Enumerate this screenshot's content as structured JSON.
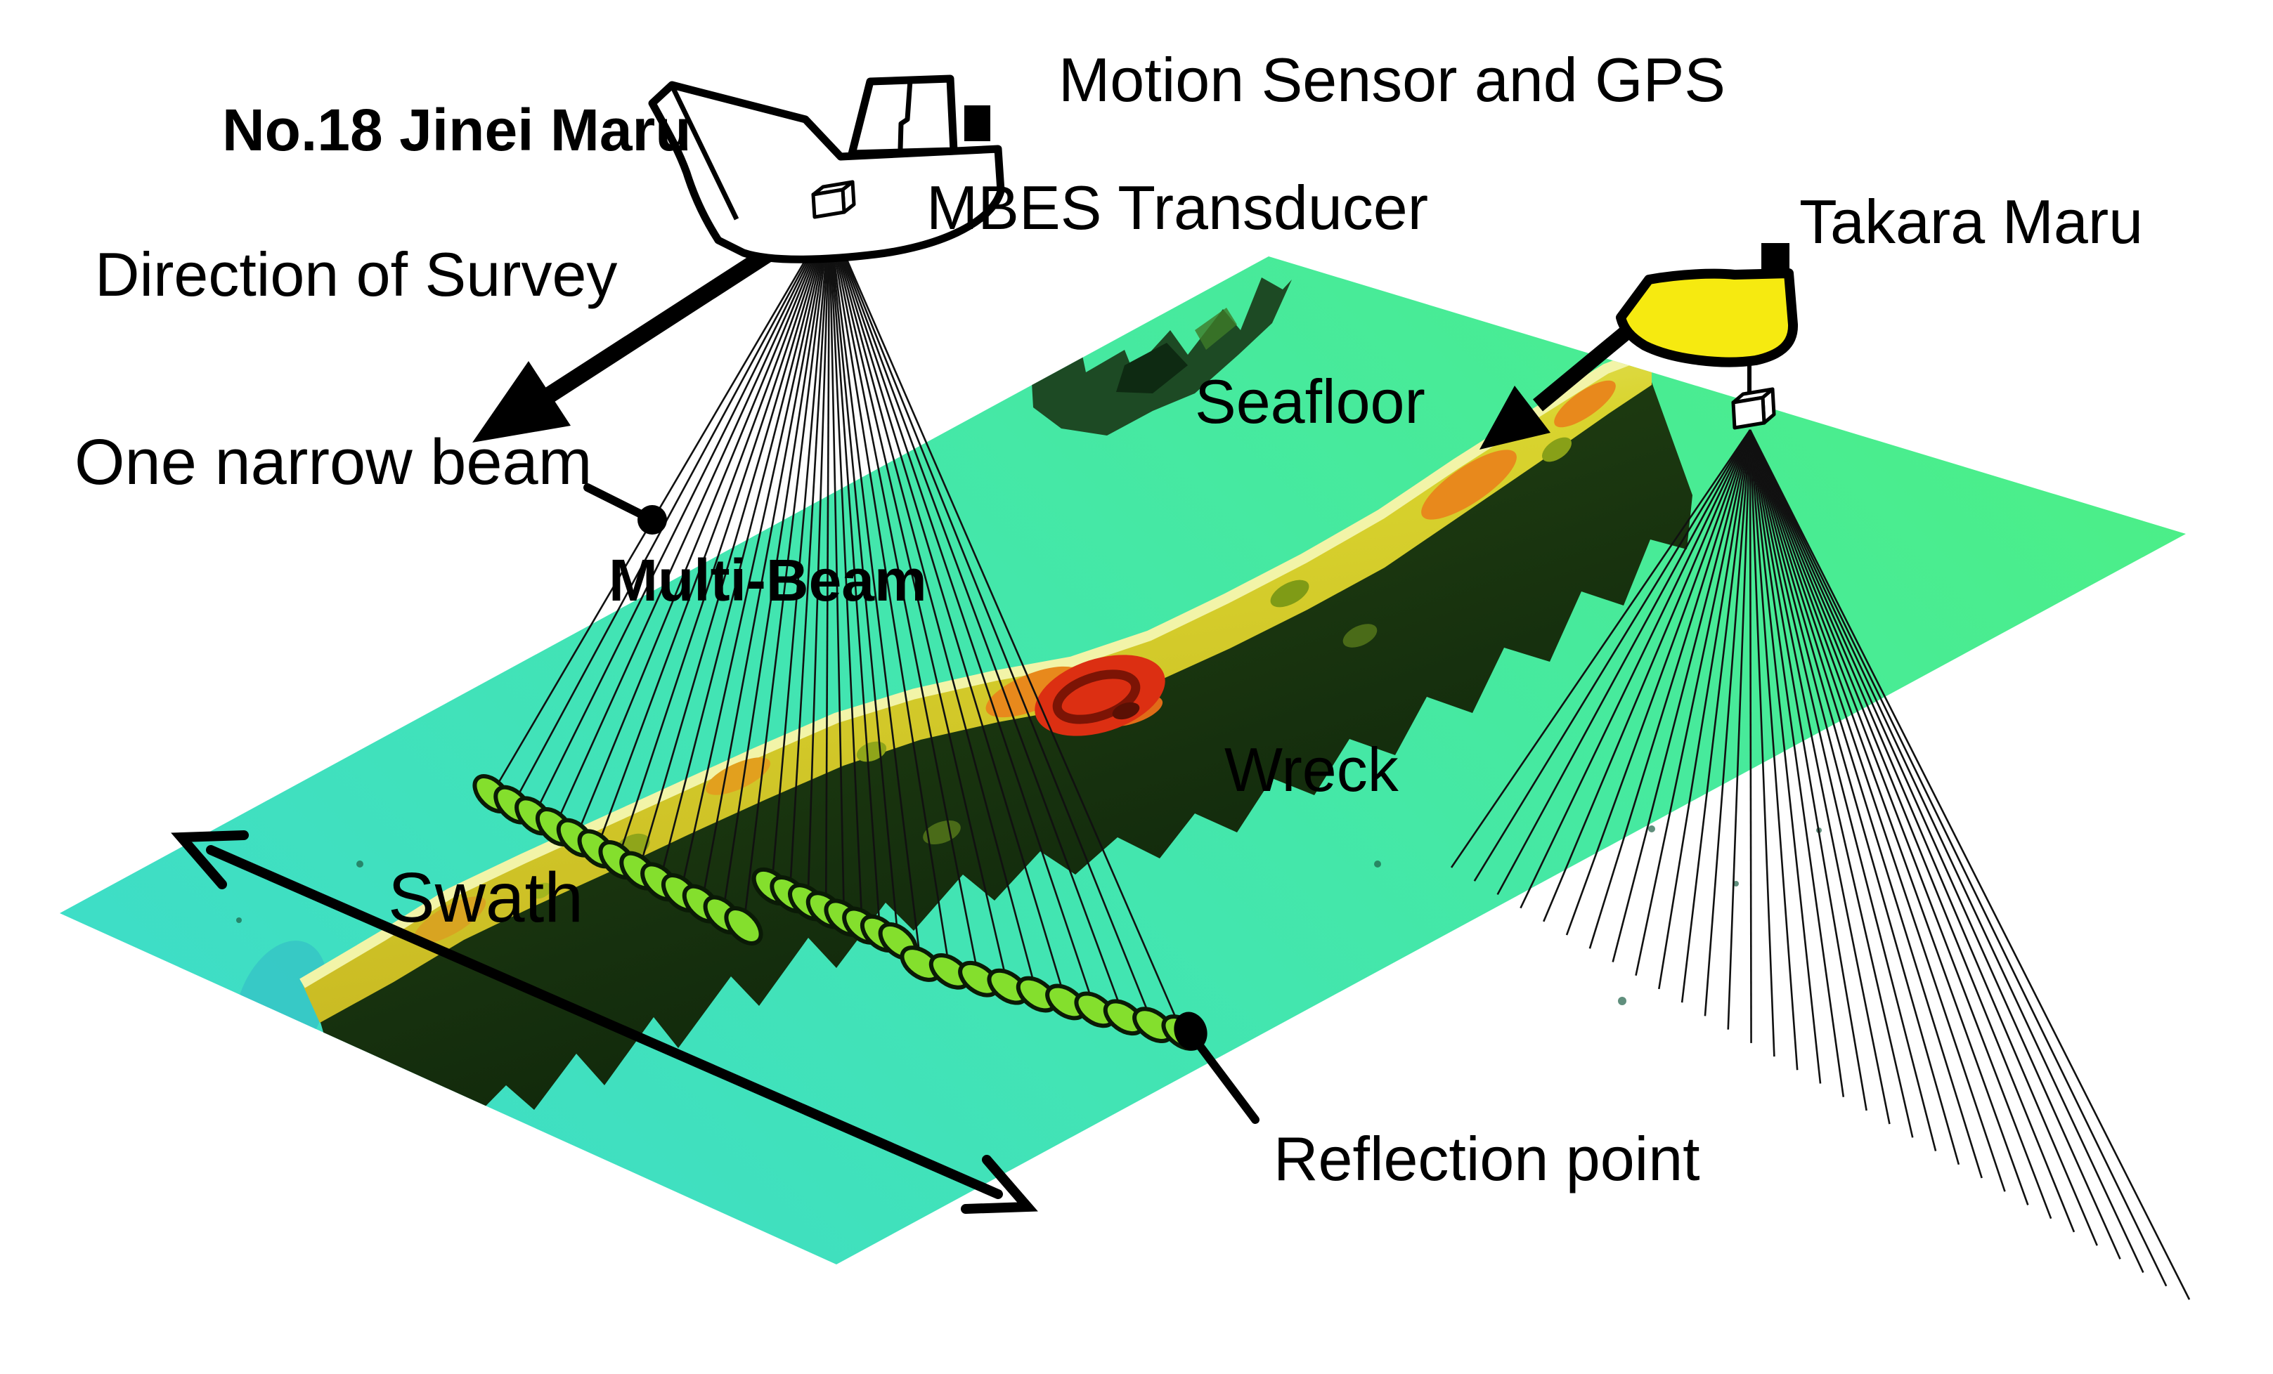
{
  "figure": {
    "title_context": "Multi-beam echo sounder survey diagram",
    "labels": {
      "ship1_name": "No.18 Jinei Maru",
      "survey_direction": "Direction of Survey",
      "motion_sensor": "Motion Sensor and GPS",
      "mbes_transducer": "MBES Transducer",
      "ship2_name": "Takara Maru",
      "seafloor": "Seafloor",
      "one_narrow_beam": "One narrow beam",
      "multi_beam": "Multi-Beam",
      "wreck": "Wreck",
      "swath": "Swath",
      "reflection_point": "Reflection point"
    },
    "colors": {
      "seafloor_teal": "#3eddc8",
      "seafloor_mint": "#4cef86",
      "footprint_green": "#84df2d",
      "wreck_yellow": "#d9d42e",
      "wreck_highlight": "#f2f4a8",
      "wreck_orange": "#e8891c",
      "wreck_red": "#dc2f12",
      "wreck_shadow": "#132c0e",
      "ship2_hull_yellow": "#f6ea10",
      "line_black": "#000000"
    },
    "icons": {
      "survey-ship-icon": "white fishing vessel outline",
      "fishing-boat-icon": "yellow boat silhouette",
      "transducer-cube-icon": "small 3d box under hull",
      "arrow-icon": "solid black directional arrow"
    }
  }
}
